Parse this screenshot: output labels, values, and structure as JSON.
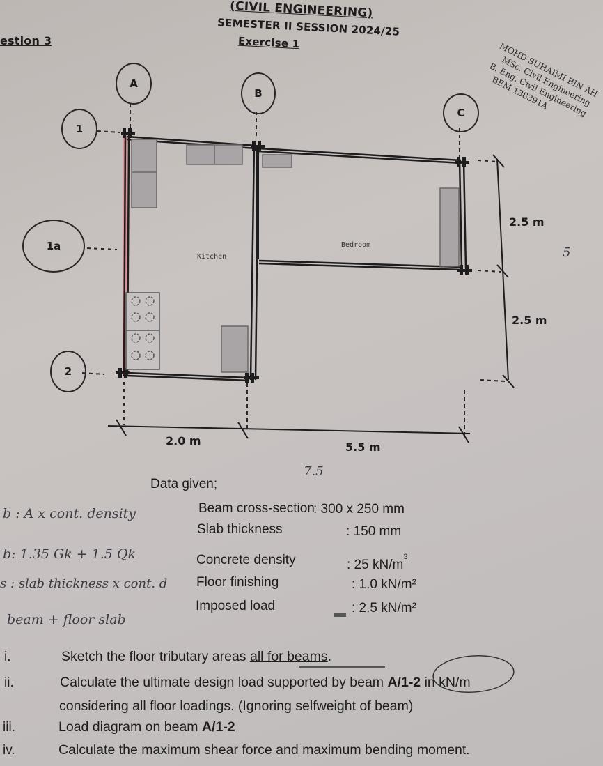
{
  "header": {
    "department": "(CIVIL ENGINEERING)",
    "semester": "SEMESTER II SESSION 2024/25",
    "question_label": "estion 3",
    "exercise": "Exercise 1"
  },
  "stamp": {
    "lines": [
      "MOHD SUHAIMI BIN AH",
      "MSc. Civil Engineering",
      "B. Eng. Civil Engineering",
      "BEM 138391A"
    ]
  },
  "plan": {
    "grid_columns": [
      "A",
      "B",
      "C"
    ],
    "grid_rows": [
      "1",
      "1a",
      "2"
    ],
    "rooms": [
      "Kitchen",
      "Bedroom"
    ],
    "dimensions": {
      "horizontal": [
        "2.0 m",
        "5.5 m"
      ],
      "vertical": [
        "2.5 m",
        "2.5 m"
      ]
    },
    "colors": {
      "ink": "#1e1c1d",
      "highlight": "#e8737d",
      "furniture": "#a9a4a5"
    }
  },
  "annotations": {
    "hand_total_width": "7.5",
    "hand_total_height": "5",
    "hand_notes": [
      "b : A x cont. density",
      "b: 1.35 Gk + 1.5 Qk",
      "s : slab thickness x cont. d",
      "beam + floor slab"
    ]
  },
  "data_given": {
    "title": "Data given;",
    "rows": [
      {
        "label": "Beam cross-section",
        "value": ": 300 x 250 mm"
      },
      {
        "label": "Slab thickness",
        "value": ": 150 mm"
      },
      {
        "label": "Concrete density",
        "value": ": 25 kN/m",
        "sup": "3"
      },
      {
        "label": "Floor finishing",
        "value": ": 1.0 kN/m²"
      },
      {
        "label": "Imposed load",
        "value": ": 2.5 kN/m²"
      }
    ]
  },
  "questions": [
    {
      "num": "i.",
      "text_a": "Sketch the floor tributary areas ",
      "text_u": "all for beams",
      "text_b": "."
    },
    {
      "num": "ii.",
      "text_a": "Calculate the ultimate design load supported by beam ",
      "bold": "A/1-2",
      "text_b": " in kN/m"
    },
    {
      "num": "",
      "text_a": "considering all floor loadings. (Ignoring selfweight of beam)"
    },
    {
      "num": "iii.",
      "text_a": "Load diagram on beam ",
      "bold": "A/1-2"
    },
    {
      "num": "iv.",
      "text_a": "Calculate the maximum shear force and maximum bending moment."
    }
  ]
}
